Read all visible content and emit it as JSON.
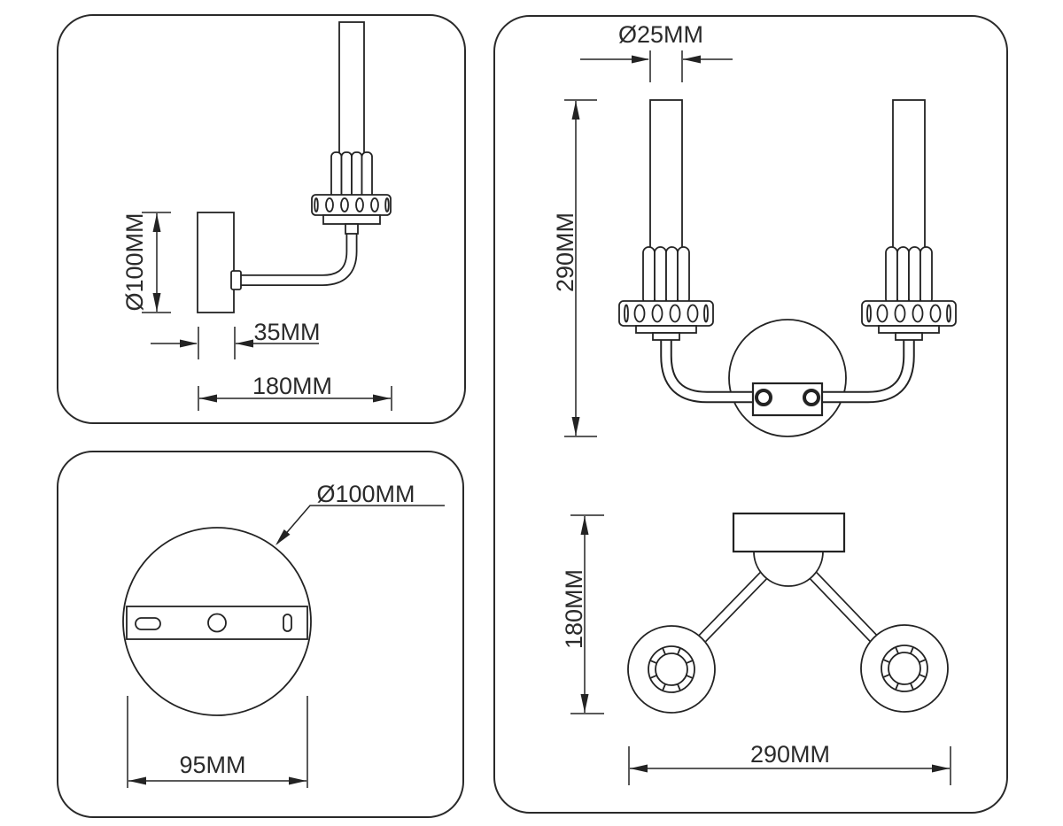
{
  "labels": {
    "side_backplate_diameter": "Ø100MM",
    "side_depth": "35MM",
    "side_projection": "180MM",
    "back_diameter": "Ø100MM",
    "back_width": "95MM",
    "front_candle_diameter": "Ø25MM",
    "front_height": "290MM",
    "top_projection": "180MM",
    "top_width": "290MM"
  },
  "colors": {
    "line": "#232323",
    "text": "#2b2b2b",
    "background": "#ffffff"
  }
}
